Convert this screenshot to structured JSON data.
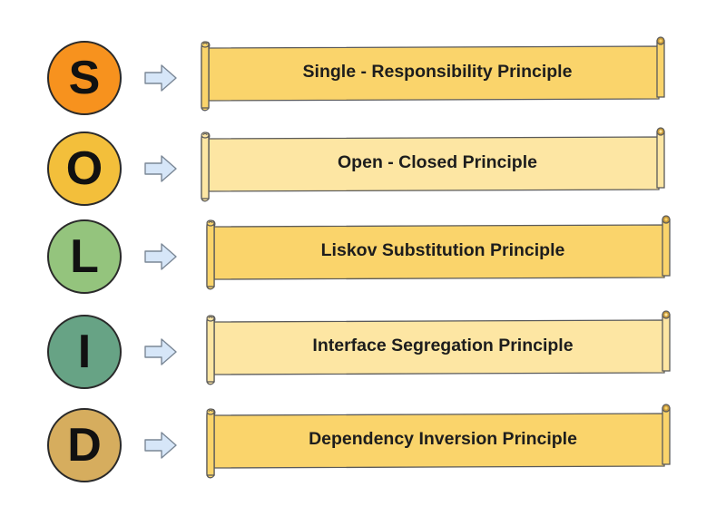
{
  "principles": [
    {
      "letter": "S",
      "label": "Single - Responsibility Principle",
      "circle_color": "#f7921e",
      "scroll_color": "#fad46b"
    },
    {
      "letter": "O",
      "label": "Open - Closed Principle",
      "circle_color": "#f3bf3b",
      "scroll_color": "#fde6a3"
    },
    {
      "letter": "L",
      "label": "Liskov Substitution Principle",
      "circle_color": "#94c47d",
      "scroll_color": "#fad46b"
    },
    {
      "letter": "I",
      "label": "Interface Segregation Principle",
      "circle_color": "#67a385",
      "scroll_color": "#fde6a3"
    },
    {
      "letter": "D",
      "label": "Dependency Inversion Principle",
      "circle_color": "#d6ad5e",
      "scroll_color": "#fad46b"
    }
  ],
  "colors": {
    "arrow_fill": "#d6e6f8",
    "arrow_stroke": "#7a8796",
    "scroll_stroke": "#5a5a5a",
    "circle_stroke": "#2a2a2a"
  }
}
